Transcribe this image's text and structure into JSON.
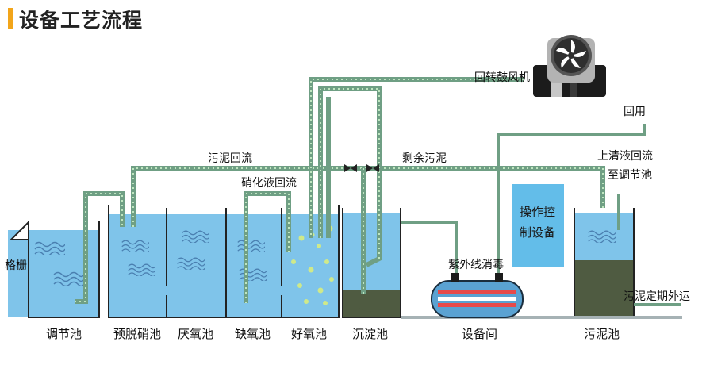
{
  "title": "设备工艺流程",
  "colors": {
    "title_accent": "#f2a51a",
    "water": "#7fc4ea",
    "pipe": "#6f9f84",
    "sludge": "#4f5b41",
    "control_box": "#63bde9"
  },
  "icons": [
    "fan-icon",
    "bar-screen-icon",
    "water-wave-icon",
    "valve-icon"
  ],
  "equipment": {
    "blower": "回转鼓风机",
    "bar_screen": "格栅",
    "uv": "紫外线消毒",
    "control_box": [
      "操作控",
      "制设备"
    ]
  },
  "flow_labels": {
    "sludge_return": "污泥回流",
    "nitrate_return": "硝化液回流",
    "excess_sludge": "剩余污泥",
    "reuse": "回用",
    "supernatant": [
      "上清液回流",
      "至调节池"
    ],
    "sludge_out": "污泥定期外运"
  },
  "tanks": [
    "调节池",
    "预脱硝池",
    "厌氧池",
    "缺氧池",
    "好氧池",
    "沉淀池",
    "设备间",
    "污泥池"
  ]
}
